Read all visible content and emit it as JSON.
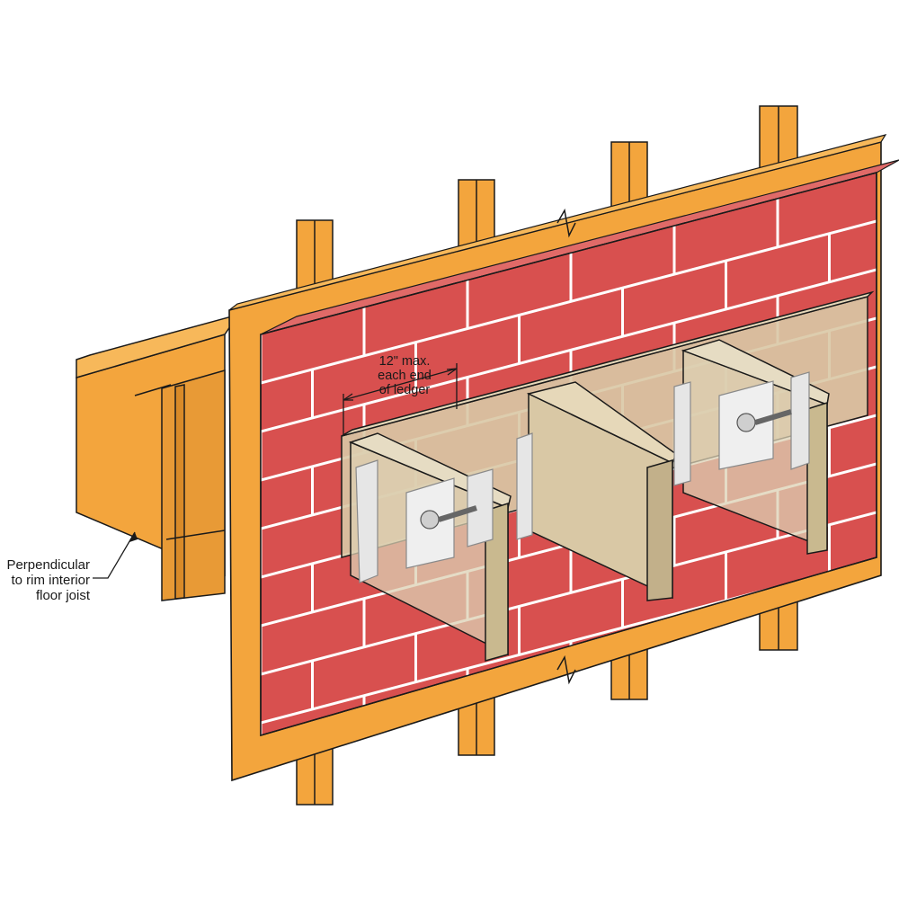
{
  "callouts": {
    "perpendicular": [
      "Perpendicular",
      "to rim interior",
      "floor joist"
    ],
    "dimension": [
      "12\" max.",
      "each end",
      "of ledger"
    ]
  },
  "colors": {
    "wood": "#f3a53d",
    "wood_dark": "#d98a28",
    "wood_edge": "#b06a1c",
    "brick": "#d8504f",
    "brick_top": "#e06a68",
    "brick_dark": "#a33a3a",
    "mortar": "#ffffff",
    "ledger": "#d9c8a5",
    "ledger_dark": "#c2b08a",
    "hanger": "#e6e6e6",
    "hanger_edge": "#8a8a8a",
    "outline": "#1a1a1a"
  },
  "icons": [
    "bolt-icon",
    "joist-hanger-icon"
  ]
}
